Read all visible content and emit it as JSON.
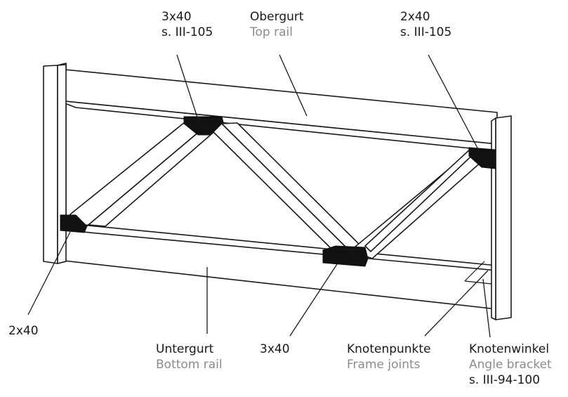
{
  "labels": {
    "top_left_note": {
      "size": "3x40",
      "ref": "s. III-105"
    },
    "top_rail": {
      "de": "Obergurt",
      "en": "Top rail"
    },
    "top_right_note": {
      "size": "2x40",
      "ref": "s. III-105"
    },
    "left_note": {
      "size": "2x40"
    },
    "bottom_rail": {
      "de": "Untergurt",
      "en": "Bottom rail"
    },
    "center_note": {
      "size": "3x40"
    },
    "frame_joints": {
      "de": "Knotenpunkte",
      "en": "Frame joints"
    },
    "angle_bracket": {
      "de": "Knotenwinkel",
      "en": "Angle bracket",
      "ref": "s. III-94-100"
    }
  },
  "colors": {
    "line": "#1a1a1a",
    "joint": "#111111",
    "subtitle": "#8c8c8c"
  }
}
